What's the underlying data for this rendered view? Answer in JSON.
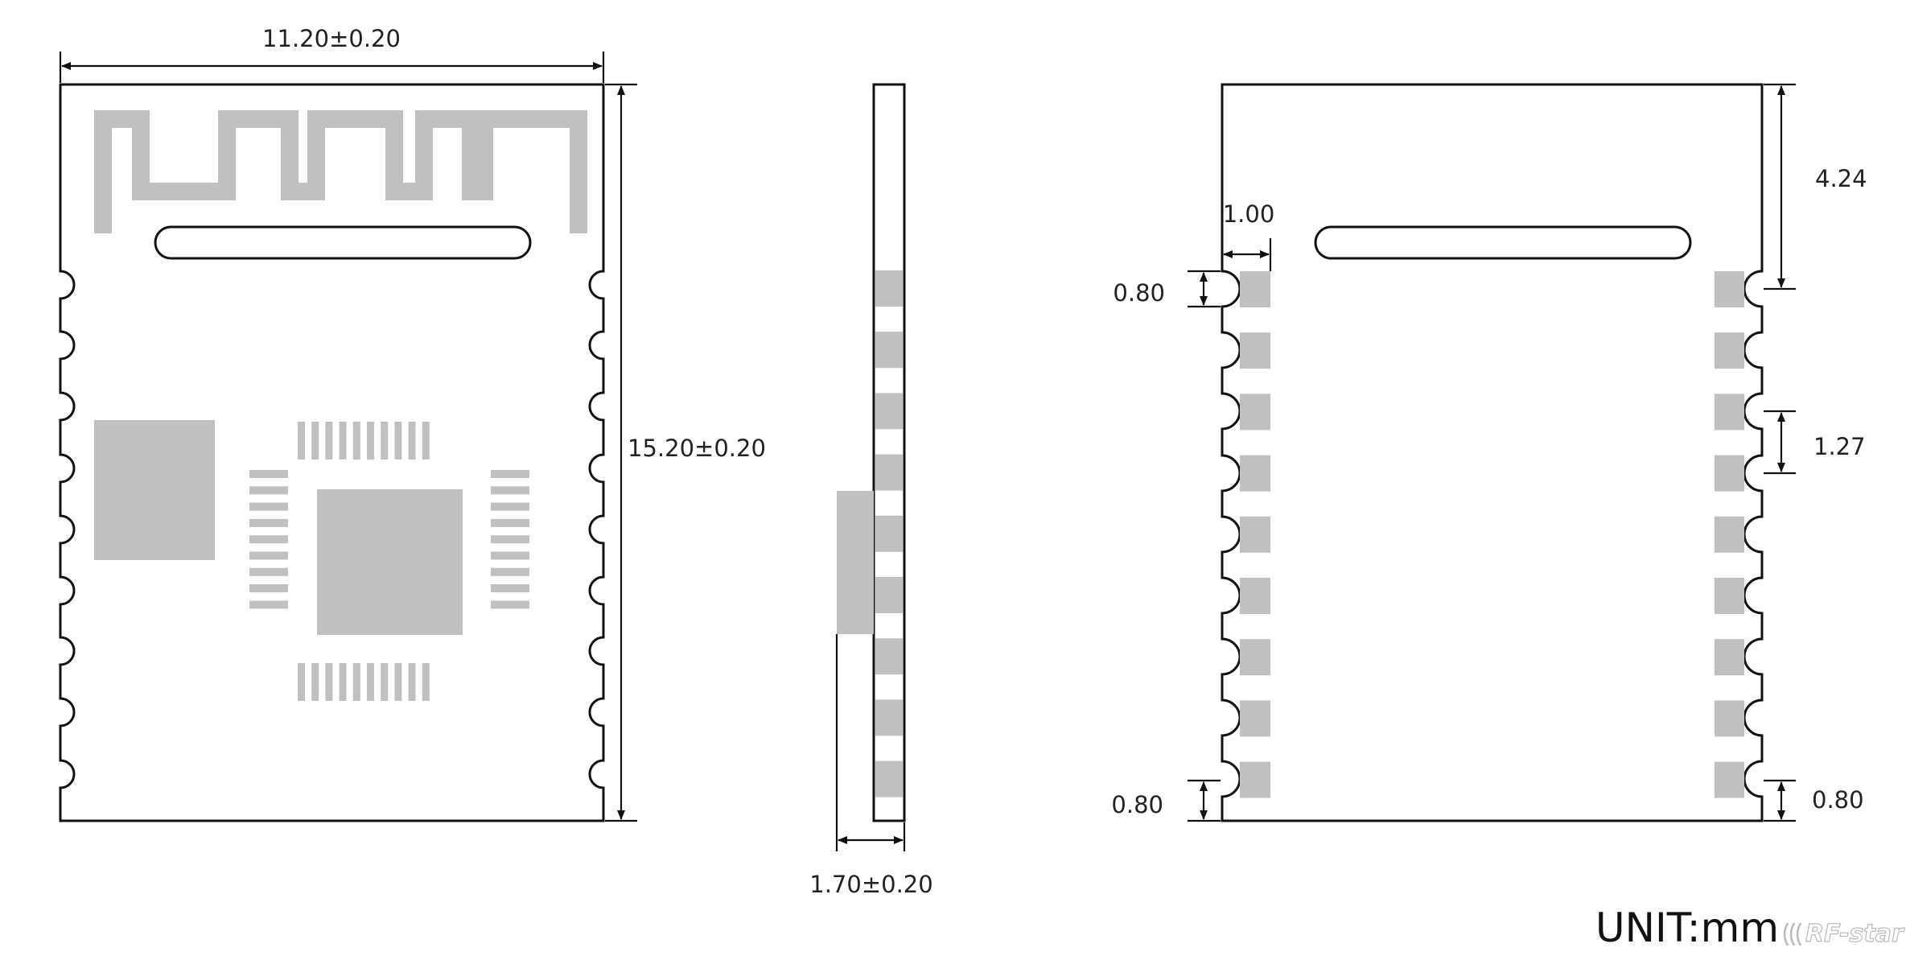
{
  "diagram": {
    "top_view": {
      "width_label": "11.20±0.20",
      "height_label": "15.20±0.20"
    },
    "side_view": {
      "thickness_label": "1.70±0.20"
    },
    "bottom_view": {
      "top_to_first_pad_label": "4.24",
      "pad_depth_label": "1.00",
      "pad_width_top_label": "0.80",
      "pitch_label": "1.27",
      "bottom_left_label": "0.80",
      "bottom_right_label": "0.80"
    },
    "unit_label": "UNIT:mm",
    "watermark": "RF-star"
  }
}
